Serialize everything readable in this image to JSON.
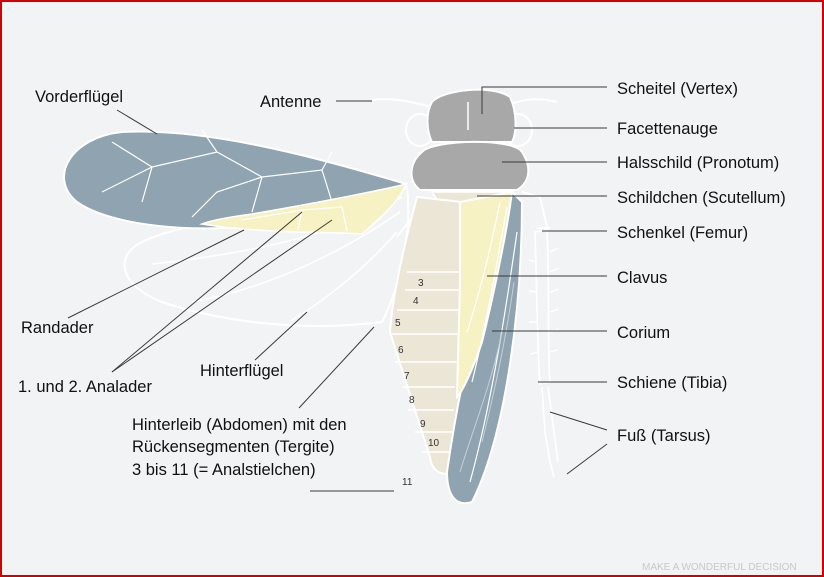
{
  "labels": {
    "vorderfluegel": "Vorderflügel",
    "antenne": "Antenne",
    "scheitel": "Scheitel (Vertex)",
    "facettenauge": "Facettenauge",
    "halsschild": "Halsschild (Pronotum)",
    "schildchen": "Schildchen (Scutellum)",
    "schenkel": "Schenkel (Femur)",
    "clavus": "Clavus",
    "corium": "Corium",
    "schiene": "Schiene (Tibia)",
    "fuss": "Fuß (Tarsus)",
    "randader": "Randader",
    "analader": "1. und 2. Analader",
    "hinterfluegel": "Hinterflügel",
    "hinterleib_1": "Hinterleib (Abdomen) mit den",
    "hinterleib_2": "Rückensegmenten (Tergite)",
    "hinterleib_3": "3 bis 11 (= Analstielchen)"
  },
  "segments": [
    "3",
    "4",
    "5",
    "6",
    "7",
    "8",
    "9",
    "10",
    "11"
  ],
  "watermark": "MAKE A WONDERFUL DECISION",
  "colors": {
    "frame": "#d40000",
    "background": "#f2f3f4",
    "forewing": "#8fa3b0",
    "clavus_corium": "#f7f2c4",
    "head": "#a8a8a8",
    "abdomen": "#ebe6d6",
    "outline": "#ffffff"
  }
}
